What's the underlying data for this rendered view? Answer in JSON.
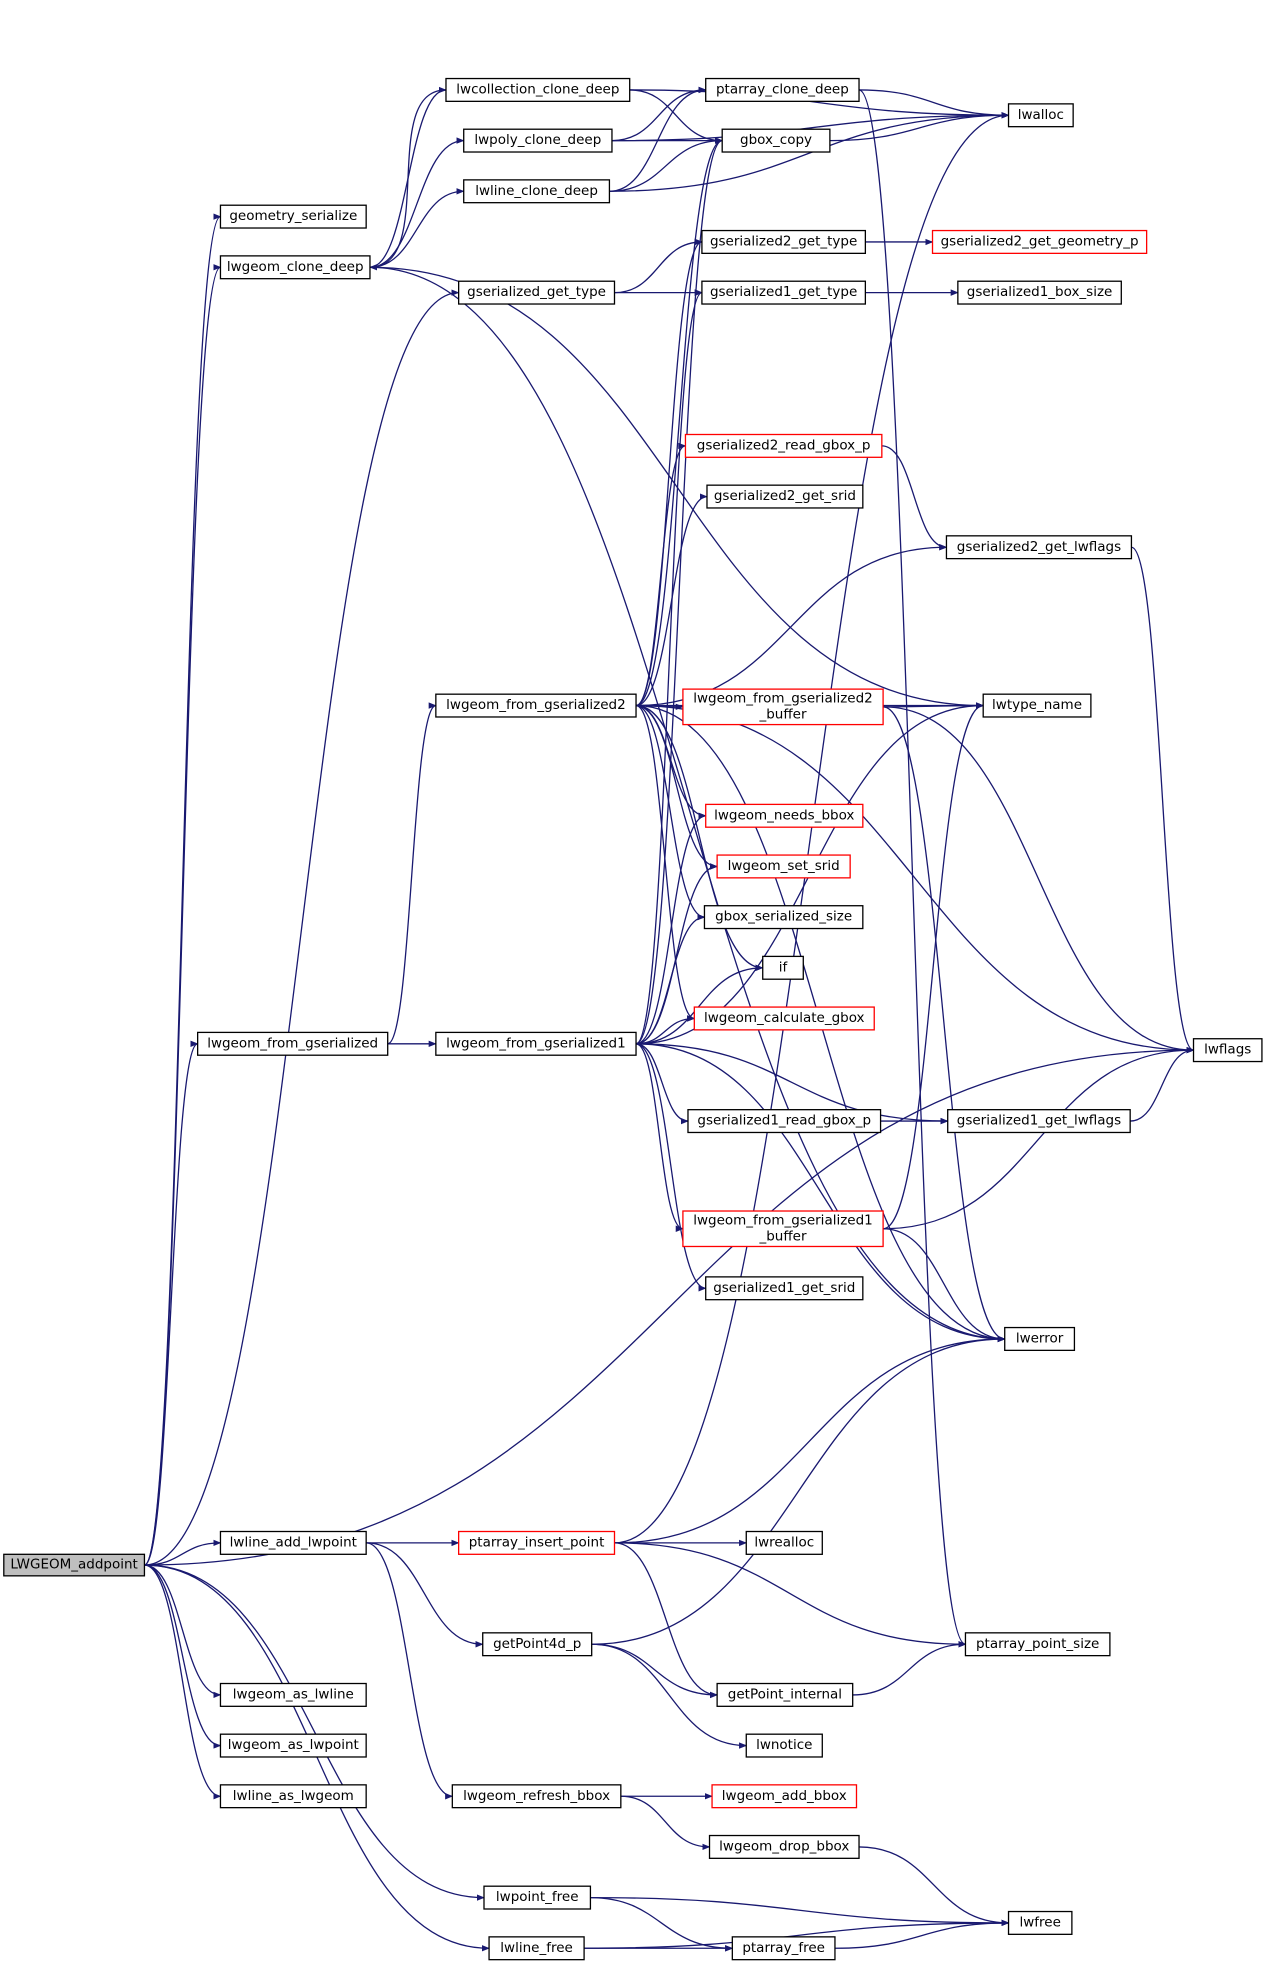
{
  "nodes": [
    {
      "id": "LWGEOM_addpoint",
      "lines": [
        "LWGEOM_addpoint"
      ],
      "color": "root"
    },
    {
      "id": "geometry_serialize",
      "lines": [
        "geometry_serialize"
      ],
      "color": "black"
    },
    {
      "id": "lwgeom_clone_deep",
      "lines": [
        "lwgeom_clone_deep"
      ],
      "color": "black"
    },
    {
      "id": "lwcollection_clone_deep",
      "lines": [
        "lwcollection_clone_deep"
      ],
      "color": "black"
    },
    {
      "id": "lwpoly_clone_deep",
      "lines": [
        "lwpoly_clone_deep"
      ],
      "color": "black"
    },
    {
      "id": "lwline_clone_deep",
      "lines": [
        "lwline_clone_deep"
      ],
      "color": "black"
    },
    {
      "id": "ptarray_clone_deep",
      "lines": [
        "ptarray_clone_deep"
      ],
      "color": "black"
    },
    {
      "id": "gbox_copy",
      "lines": [
        "gbox_copy"
      ],
      "color": "black"
    },
    {
      "id": "lwalloc",
      "lines": [
        "lwalloc"
      ],
      "color": "black"
    },
    {
      "id": "gserialized_get_type",
      "lines": [
        "gserialized_get_type"
      ],
      "color": "black"
    },
    {
      "id": "gserialized2_get_type",
      "lines": [
        "gserialized2_get_type"
      ],
      "color": "black"
    },
    {
      "id": "gserialized2_get_geometry_p",
      "lines": [
        "gserialized2_get_geometry_p"
      ],
      "color": "red"
    },
    {
      "id": "gserialized1_get_type",
      "lines": [
        "gserialized1_get_type"
      ],
      "color": "black"
    },
    {
      "id": "gserialized1_box_size",
      "lines": [
        "gserialized1_box_size"
      ],
      "color": "black"
    },
    {
      "id": "gserialized2_read_gbox_p",
      "lines": [
        "gserialized2_read_gbox_p"
      ],
      "color": "red"
    },
    {
      "id": "gserialized2_get_srid",
      "lines": [
        "gserialized2_get_srid"
      ],
      "color": "black"
    },
    {
      "id": "gserialized2_get_lwflags",
      "lines": [
        "gserialized2_get_lwflags"
      ],
      "color": "black"
    },
    {
      "id": "lwgeom_from_gserialized2",
      "lines": [
        "lwgeom_from_gserialized2"
      ],
      "color": "black"
    },
    {
      "id": "lwgeom_from_gserialized2_buffer",
      "lines": [
        "lwgeom_from_gserialized2",
        "_buffer"
      ],
      "color": "red"
    },
    {
      "id": "lwtype_name",
      "lines": [
        "lwtype_name"
      ],
      "color": "black"
    },
    {
      "id": "lwgeom_needs_bbox",
      "lines": [
        "lwgeom_needs_bbox"
      ],
      "color": "red"
    },
    {
      "id": "lwgeom_set_srid",
      "lines": [
        "lwgeom_set_srid"
      ],
      "color": "red"
    },
    {
      "id": "gbox_serialized_size",
      "lines": [
        "gbox_serialized_size"
      ],
      "color": "black"
    },
    {
      "id": "if",
      "lines": [
        "if"
      ],
      "color": "black"
    },
    {
      "id": "lwgeom_calculate_gbox",
      "lines": [
        "lwgeom_calculate_gbox"
      ],
      "color": "red"
    },
    {
      "id": "lwflags",
      "lines": [
        "lwflags"
      ],
      "color": "black"
    },
    {
      "id": "lwgeom_from_gserialized",
      "lines": [
        "lwgeom_from_gserialized"
      ],
      "color": "black"
    },
    {
      "id": "lwgeom_from_gserialized1",
      "lines": [
        "lwgeom_from_gserialized1"
      ],
      "color": "black"
    },
    {
      "id": "gserialized1_read_gbox_p",
      "lines": [
        "gserialized1_read_gbox_p"
      ],
      "color": "black"
    },
    {
      "id": "gserialized1_get_lwflags",
      "lines": [
        "gserialized1_get_lwflags"
      ],
      "color": "black"
    },
    {
      "id": "lwgeom_from_gserialized1_buffer",
      "lines": [
        "lwgeom_from_gserialized1",
        "_buffer"
      ],
      "color": "red"
    },
    {
      "id": "gserialized1_get_srid",
      "lines": [
        "gserialized1_get_srid"
      ],
      "color": "black"
    },
    {
      "id": "lwerror",
      "lines": [
        "lwerror"
      ],
      "color": "black"
    },
    {
      "id": "lwline_add_lwpoint",
      "lines": [
        "lwline_add_lwpoint"
      ],
      "color": "black"
    },
    {
      "id": "ptarray_insert_point",
      "lines": [
        "ptarray_insert_point"
      ],
      "color": "red"
    },
    {
      "id": "lwrealloc",
      "lines": [
        "lwrealloc"
      ],
      "color": "black"
    },
    {
      "id": "getPoint4d_p",
      "lines": [
        "getPoint4d_p"
      ],
      "color": "black"
    },
    {
      "id": "ptarray_point_size",
      "lines": [
        "ptarray_point_size"
      ],
      "color": "black"
    },
    {
      "id": "getPoint_internal",
      "lines": [
        "getPoint_internal"
      ],
      "color": "black"
    },
    {
      "id": "lwnotice",
      "lines": [
        "lwnotice"
      ],
      "color": "black"
    },
    {
      "id": "lwgeom_as_lwline",
      "lines": [
        "lwgeom_as_lwline"
      ],
      "color": "black"
    },
    {
      "id": "lwgeom_as_lwpoint",
      "lines": [
        "lwgeom_as_lwpoint"
      ],
      "color": "black"
    },
    {
      "id": "lwline_as_lwgeom",
      "lines": [
        "lwline_as_lwgeom"
      ],
      "color": "black"
    },
    {
      "id": "lwgeom_refresh_bbox",
      "lines": [
        "lwgeom_refresh_bbox"
      ],
      "color": "black"
    },
    {
      "id": "lwgeom_add_bbox",
      "lines": [
        "lwgeom_add_bbox"
      ],
      "color": "red"
    },
    {
      "id": "lwgeom_drop_bbox",
      "lines": [
        "lwgeom_drop_bbox"
      ],
      "color": "black"
    },
    {
      "id": "lwpoint_free",
      "lines": [
        "lwpoint_free"
      ],
      "color": "black"
    },
    {
      "id": "lwline_free",
      "lines": [
        "lwline_free"
      ],
      "color": "black"
    },
    {
      "id": "ptarray_free",
      "lines": [
        "ptarray_free"
      ],
      "color": "black"
    },
    {
      "id": "lwfree",
      "lines": [
        "lwfree"
      ],
      "color": "black"
    }
  ],
  "edges": [
    [
      "LWGEOM_addpoint",
      "geometry_serialize"
    ],
    [
      "LWGEOM_addpoint",
      "lwgeom_clone_deep"
    ],
    [
      "LWGEOM_addpoint",
      "lwgeom_from_gserialized"
    ],
    [
      "LWGEOM_addpoint",
      "gserialized_get_type"
    ],
    [
      "LWGEOM_addpoint",
      "lwflags"
    ],
    [
      "LWGEOM_addpoint",
      "lwline_add_lwpoint"
    ],
    [
      "LWGEOM_addpoint",
      "lwgeom_as_lwline"
    ],
    [
      "LWGEOM_addpoint",
      "lwgeom_as_lwpoint"
    ],
    [
      "LWGEOM_addpoint",
      "lwline_as_lwgeom"
    ],
    [
      "LWGEOM_addpoint",
      "lwpoint_free"
    ],
    [
      "LWGEOM_addpoint",
      "lwline_free"
    ],
    [
      "lwgeom_clone_deep",
      "lwcollection_clone_deep"
    ],
    [
      "lwgeom_clone_deep",
      "lwpoly_clone_deep"
    ],
    [
      "lwgeom_clone_deep",
      "lwline_clone_deep"
    ],
    [
      "lwgeom_clone_deep",
      "lwtype_name"
    ],
    [
      "lwgeom_clone_deep",
      "lwerror"
    ],
    [
      "lwcollection_clone_deep",
      "lwalloc"
    ],
    [
      "lwcollection_clone_deep",
      "gbox_copy"
    ],
    [
      "lwcollection_clone_deep",
      "lwgeom_clone_deep"
    ],
    [
      "lwpoly_clone_deep",
      "lwalloc"
    ],
    [
      "lwpoly_clone_deep",
      "ptarray_clone_deep"
    ],
    [
      "lwpoly_clone_deep",
      "gbox_copy"
    ],
    [
      "lwline_clone_deep",
      "lwalloc"
    ],
    [
      "lwline_clone_deep",
      "ptarray_clone_deep"
    ],
    [
      "lwline_clone_deep",
      "gbox_copy"
    ],
    [
      "ptarray_clone_deep",
      "lwalloc"
    ],
    [
      "ptarray_clone_deep",
      "ptarray_point_size"
    ],
    [
      "gbox_copy",
      "lwalloc"
    ],
    [
      "gserialized_get_type",
      "gserialized2_get_type"
    ],
    [
      "gserialized_get_type",
      "gserialized1_get_type"
    ],
    [
      "gserialized2_get_type",
      "gserialized2_get_geometry_p"
    ],
    [
      "gserialized1_get_type",
      "gserialized1_box_size"
    ],
    [
      "gserialized2_read_gbox_p",
      "gserialized2_get_lwflags"
    ],
    [
      "gserialized2_get_lwflags",
      "lwflags"
    ],
    [
      "lwgeom_from_gserialized",
      "lwgeom_from_gserialized2"
    ],
    [
      "lwgeom_from_gserialized",
      "lwgeom_from_gserialized1"
    ],
    [
      "lwgeom_from_gserialized2",
      "gbox_copy"
    ],
    [
      "lwgeom_from_gserialized2",
      "gserialized2_get_type"
    ],
    [
      "lwgeom_from_gserialized2",
      "lwflags"
    ],
    [
      "lwgeom_from_gserialized2",
      "gserialized2_read_gbox_p"
    ],
    [
      "lwgeom_from_gserialized2",
      "gserialized2_get_srid"
    ],
    [
      "lwgeom_from_gserialized2",
      "gserialized2_get_lwflags"
    ],
    [
      "lwgeom_from_gserialized2",
      "lwgeom_from_gserialized2_buffer"
    ],
    [
      "lwgeom_from_gserialized2",
      "lwtype_name"
    ],
    [
      "lwgeom_from_gserialized2",
      "lwgeom_needs_bbox"
    ],
    [
      "lwgeom_from_gserialized2",
      "lwgeom_set_srid"
    ],
    [
      "lwgeom_from_gserialized2",
      "gbox_serialized_size"
    ],
    [
      "lwgeom_from_gserialized2",
      "if"
    ],
    [
      "lwgeom_from_gserialized2",
      "lwgeom_calculate_gbox"
    ],
    [
      "lwgeom_from_gserialized2",
      "lwerror"
    ],
    [
      "lwgeom_from_gserialized2_buffer",
      "lwtype_name"
    ],
    [
      "lwgeom_from_gserialized2_buffer",
      "lwflags"
    ],
    [
      "lwgeom_from_gserialized2_buffer",
      "lwerror"
    ],
    [
      "lwgeom_from_gserialized1",
      "gbox_copy"
    ],
    [
      "lwgeom_from_gserialized1",
      "gserialized1_get_type"
    ],
    [
      "lwgeom_from_gserialized1",
      "lwgeom_needs_bbox"
    ],
    [
      "lwgeom_from_gserialized1",
      "lwgeom_set_srid"
    ],
    [
      "lwgeom_from_gserialized1",
      "gbox_serialized_size"
    ],
    [
      "lwgeom_from_gserialized1",
      "if"
    ],
    [
      "lwgeom_from_gserialized1",
      "lwgeom_calculate_gbox"
    ],
    [
      "lwgeom_from_gserialized1",
      "lwtype_name"
    ],
    [
      "lwgeom_from_gserialized1",
      "gserialized1_read_gbox_p"
    ],
    [
      "lwgeom_from_gserialized1",
      "gserialized1_get_lwflags"
    ],
    [
      "lwgeom_from_gserialized1",
      "lwgeom_from_gserialized1_buffer"
    ],
    [
      "lwgeom_from_gserialized1",
      "gserialized1_get_srid"
    ],
    [
      "lwgeom_from_gserialized1",
      "lwerror"
    ],
    [
      "gserialized1_read_gbox_p",
      "gserialized1_get_lwflags"
    ],
    [
      "gserialized1_get_lwflags",
      "lwflags"
    ],
    [
      "lwgeom_from_gserialized1_buffer",
      "lwtype_name"
    ],
    [
      "lwgeom_from_gserialized1_buffer",
      "lwflags"
    ],
    [
      "lwgeom_from_gserialized1_buffer",
      "lwerror"
    ],
    [
      "lwline_add_lwpoint",
      "ptarray_insert_point"
    ],
    [
      "lwline_add_lwpoint",
      "getPoint4d_p"
    ],
    [
      "lwline_add_lwpoint",
      "lwgeom_refresh_bbox"
    ],
    [
      "ptarray_insert_point",
      "lwalloc"
    ],
    [
      "ptarray_insert_point",
      "lwerror"
    ],
    [
      "ptarray_insert_point",
      "lwrealloc"
    ],
    [
      "ptarray_insert_point",
      "ptarray_point_size"
    ],
    [
      "ptarray_insert_point",
      "getPoint_internal"
    ],
    [
      "getPoint4d_p",
      "lwerror"
    ],
    [
      "getPoint4d_p",
      "getPoint_internal"
    ],
    [
      "getPoint4d_p",
      "lwnotice"
    ],
    [
      "getPoint_internal",
      "ptarray_point_size"
    ],
    [
      "lwgeom_refresh_bbox",
      "lwgeom_add_bbox"
    ],
    [
      "lwgeom_refresh_bbox",
      "lwgeom_drop_bbox"
    ],
    [
      "lwgeom_drop_bbox",
      "lwfree"
    ],
    [
      "lwpoint_free",
      "ptarray_free"
    ],
    [
      "lwpoint_free",
      "lwfree"
    ],
    [
      "lwline_free",
      "ptarray_free"
    ],
    [
      "lwline_free",
      "lwfree"
    ],
    [
      "ptarray_free",
      "lwfree"
    ]
  ]
}
